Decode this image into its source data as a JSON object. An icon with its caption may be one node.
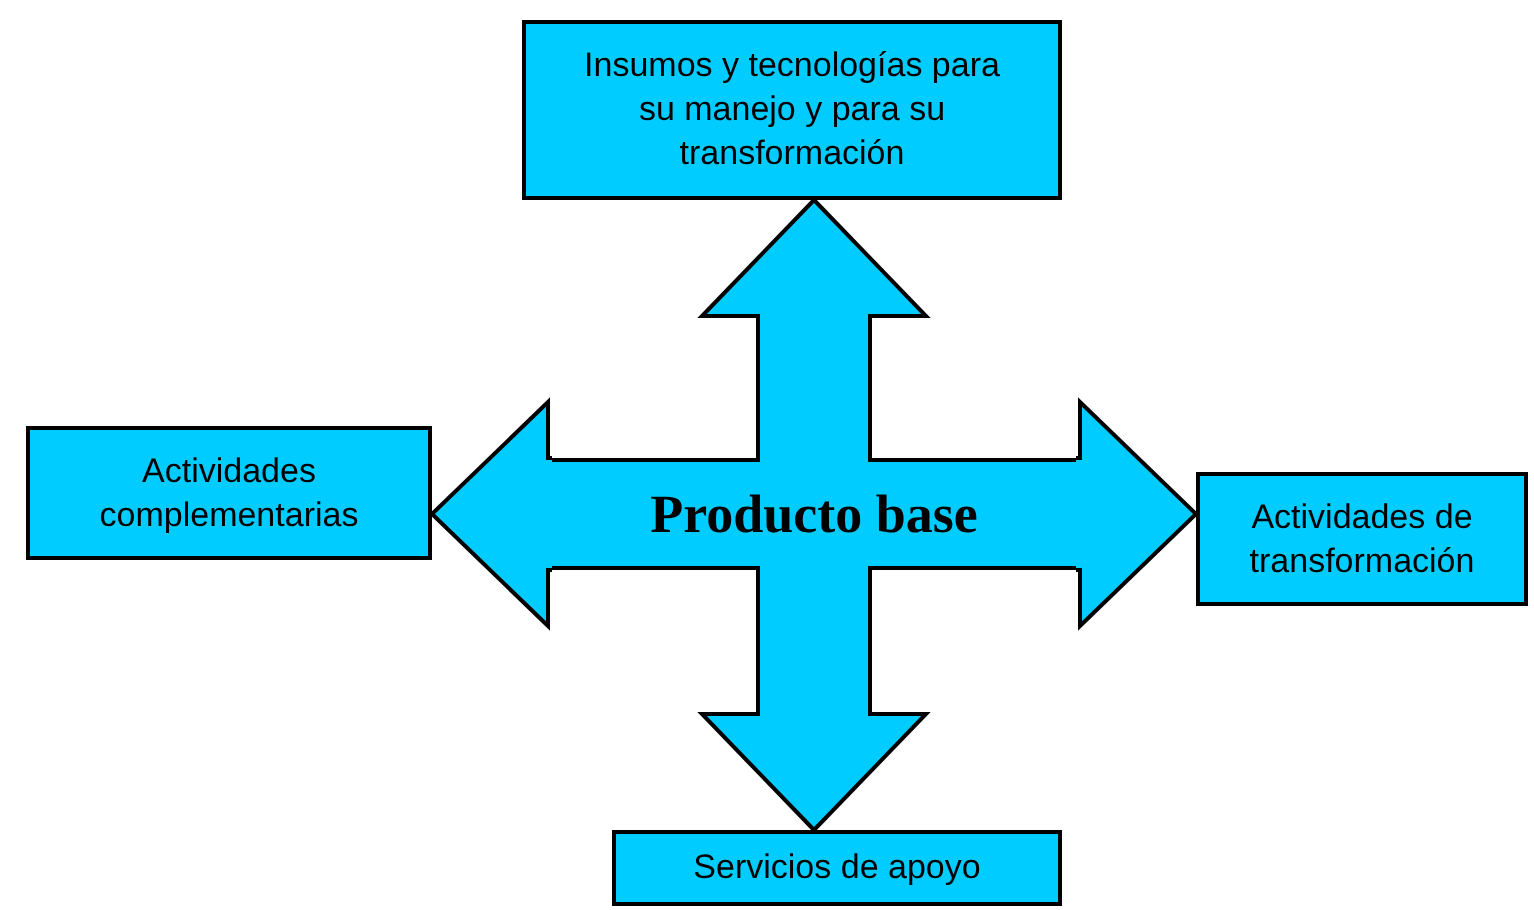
{
  "diagram": {
    "nodes": [
      {
        "text": [
          "Insumos y tecnologías para su manejo y para su transformación"
        ]
      },
      {
        "text": [
          "Actividades complementarias"
        ]
      },
      {
        "text": [
          "Producto base"
        ]
      },
      {
        "text": [
          "Actividades de transformación"
        ]
      },
      {
        "text": [
          "Servicios de apoyo"
        ]
      }
    ],
    "edges": [
      {
        "from": 2,
        "to": 0,
        "arrow": "to",
        "style": "thick"
      },
      {
        "from": 2,
        "to": 1,
        "arrow": "to",
        "style": "thick"
      },
      {
        "from": 2,
        "to": 3,
        "arrow": "to",
        "style": "thick"
      },
      {
        "from": 2,
        "to": 4,
        "arrow": "to",
        "style": "thick"
      }
    ]
  }
}
